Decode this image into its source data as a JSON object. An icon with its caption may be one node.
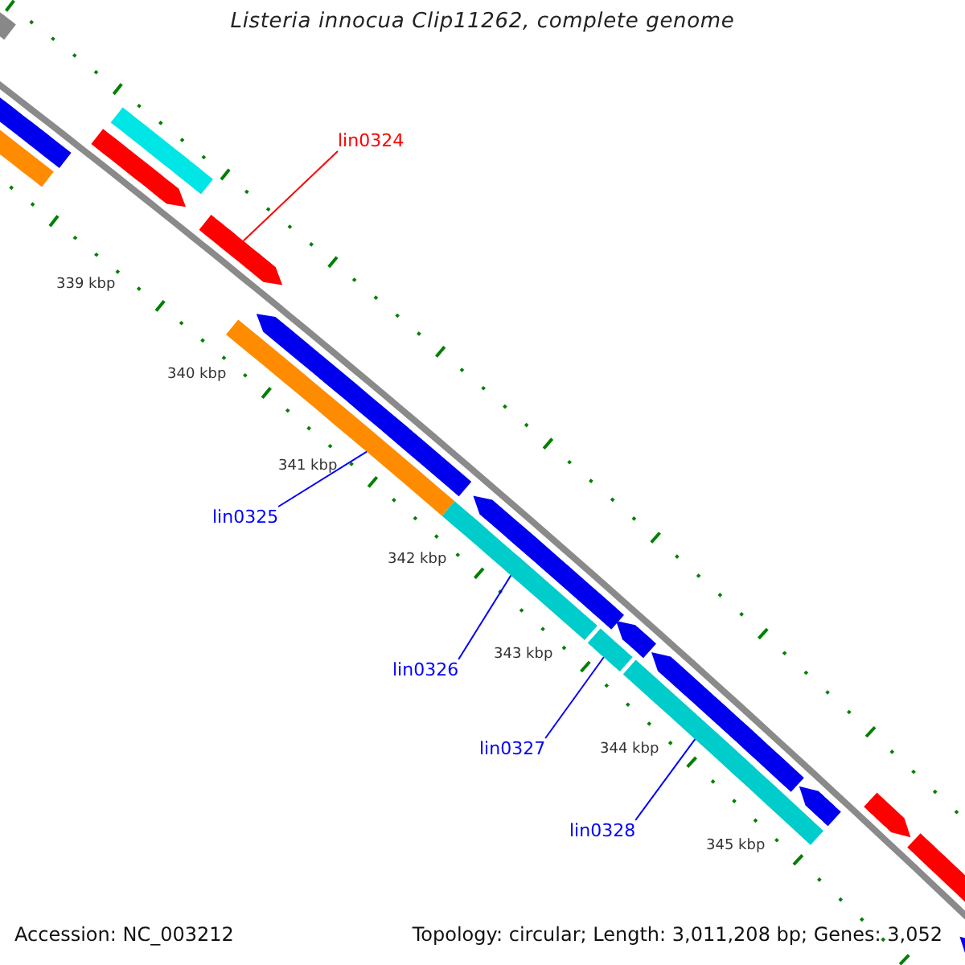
{
  "diagram": {
    "title": "Listeria innocua Clip11262, complete genome",
    "nodes": [
      {
        "text": [
          "lin0324"
        ]
      },
      {
        "text": [
          "lin0325"
        ]
      },
      {
        "text": [
          "lin0326"
        ]
      },
      {
        "text": [
          "lin0327"
        ]
      },
      {
        "text": [
          "lin0328"
        ]
      },
      {
        "text": [],
        "shape": "bar"
      },
      {
        "text": [],
        "shape": "bar"
      },
      {
        "text": [],
        "shape": "bar"
      },
      {
        "text": [],
        "shape": "bar"
      },
      {
        "text": [],
        "shape": "bar"
      },
      {
        "text": [],
        "shape": "bar"
      },
      {
        "text": [],
        "shape": "bar"
      },
      {
        "text": [],
        "shape": "bar"
      },
      {
        "text": [],
        "shape": "bar"
      },
      {
        "text": [],
        "shape": "bar"
      },
      {
        "text": [],
        "shape": "bar"
      },
      {
        "text": [],
        "shape": "bar"
      },
      {
        "text": [],
        "shape": "bar"
      },
      {
        "text": [],
        "shape": "bar"
      },
      {
        "text": [],
        "shape": "bar"
      },
      {
        "text": [],
        "shape": "bar"
      },
      {
        "text": [],
        "shape": "bar"
      },
      {
        "text": [],
        "shape": "bar"
      }
    ],
    "edges": [
      {
        "from": 0,
        "to": 10,
        "arrow": "none",
        "color": "#ff0000"
      },
      {
        "from": 1,
        "to": 11,
        "arrow": "none"
      },
      {
        "from": 2,
        "to": 13,
        "arrow": "none"
      },
      {
        "from": 3,
        "to": 15,
        "arrow": "none"
      },
      {
        "from": 4,
        "to": 17,
        "arrow": "none"
      }
    ],
    "labels": [
      "339 kbp",
      "340 kbp",
      "341 kbp",
      "342 kbp",
      "343 kbp",
      "344 kbp",
      "345 kbp",
      "Accession: NC_003212",
      "Topology: circular; Length: 3,011,208 bp; Genes: 3,052"
    ]
  }
}
